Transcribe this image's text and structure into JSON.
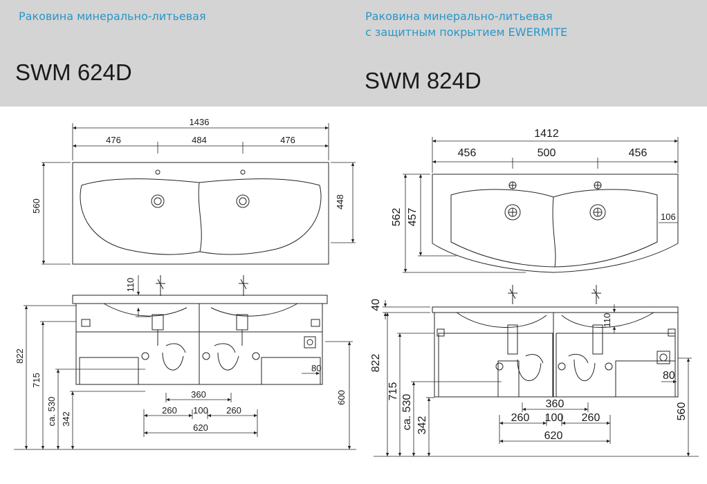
{
  "left": {
    "subtitle": "Раковина минерально-литьевая",
    "model": "SWM 624D",
    "top_view": {
      "overall_width": "1436",
      "seg_left": "476",
      "seg_mid": "484",
      "seg_right": "476",
      "depth": "560",
      "bowl_depth": "448"
    },
    "front_view": {
      "faucet_height": "110",
      "height_total": "822",
      "height_715": "715",
      "height_530": "ca. 530",
      "height_342": "342",
      "cabinet_height": "600",
      "side_80": "80",
      "w_360": "360",
      "w_260_left": "260",
      "w_100": "100",
      "w_260_right": "260",
      "w_620": "620"
    }
  },
  "right": {
    "subtitle_line1": "Раковина минерально-литьевая",
    "subtitle_line2": "с защитным покрытием EWERMITE",
    "model": "SWM 824D",
    "top_view": {
      "overall_width": "1412",
      "seg_left": "456",
      "seg_mid": "500",
      "seg_right": "456",
      "depth": "562",
      "bowl_depth": "457",
      "edge_106": "106"
    },
    "front_view": {
      "top_40": "40",
      "faucet_height": "110",
      "height_total": "822",
      "height_715": "715",
      "height_530": "ca. 530",
      "height_342": "342",
      "cabinet_height": "560",
      "side_80": "80",
      "w_360": "360",
      "w_260_left": "260",
      "w_100": "100",
      "w_260_right": "260",
      "w_620": "620"
    }
  },
  "colors": {
    "header_bg": "#d4d4d4",
    "subtitle": "#2a96c8",
    "text": "#1a1a1a",
    "line": "#222222"
  }
}
